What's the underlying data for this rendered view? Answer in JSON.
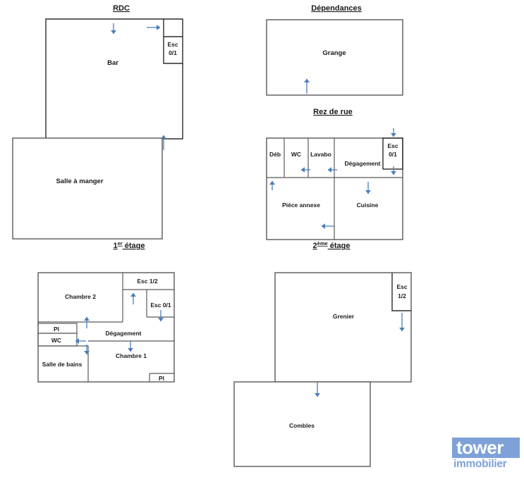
{
  "document": {
    "kind": "floor-plan-sheet",
    "colors": {
      "wall": "#595959",
      "wall_dark": "#2b2b2b",
      "arrow": "#4a7ebb",
      "logo_blue": "#7ea2d8",
      "text": "#1a1a1a",
      "background": "#ffffff"
    }
  },
  "plans": {
    "rdc": {
      "title": "RDC",
      "rooms": {
        "bar": "Bar",
        "esc": "Esc",
        "esc_level": "0/1",
        "salle_a_manger": "Salle à manger"
      }
    },
    "dependances": {
      "title": "Dépendances",
      "rooms": {
        "grange": "Grange"
      }
    },
    "premier_etage": {
      "title_main": "1",
      "title_sup": "er",
      "title_rest": " étage",
      "title_full": "1er étage",
      "rooms": {
        "chambre_2": "Chambre 2",
        "esc_1_2": "Esc 1/2",
        "esc_0_1": "Esc 0/1",
        "placard_haut": "Pl",
        "wc": "WC",
        "degagement": "Dégagement",
        "salle_de_bains": "Salle de bains",
        "chambre_1": "Chambre 1",
        "placard_bas": "Pl"
      }
    },
    "rez_de_rue": {
      "title": "Rez de rue",
      "rooms": {
        "deb": "Déb",
        "wc": "WC",
        "lavabo": "Lavabo",
        "degagement": "Dégagement",
        "esc": "Esc",
        "esc_level": "0/1",
        "piece_annexe": "Pièce annexe",
        "cuisine": "Cuisine"
      }
    },
    "deuxieme_etage": {
      "title_main": "2",
      "title_sup": "ème",
      "title_rest": " étage",
      "title_full": "2ème étage",
      "rooms": {
        "grenier": "Grenier",
        "esc": "Esc",
        "esc_level": "1/2",
        "combles": "Combles"
      }
    }
  },
  "logo": {
    "word": "tower",
    "sub": "immobilier"
  }
}
